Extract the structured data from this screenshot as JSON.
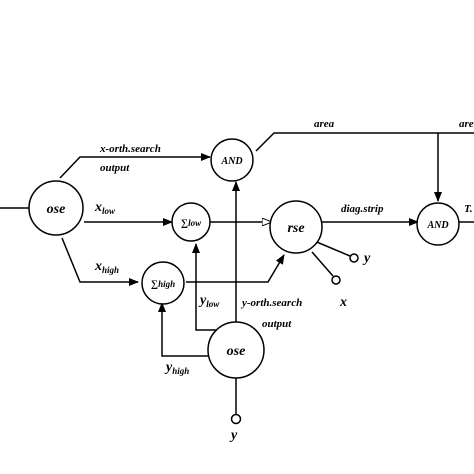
{
  "nodes": {
    "ose_left": "ose",
    "and_top": "AND",
    "sum_low_symbol": "∑",
    "sum_low_sub": "low",
    "sum_high_symbol": "∑",
    "sum_high_sub": "high",
    "rse": "rse",
    "and_right": "AND",
    "ose_bottom": "ose"
  },
  "edge_labels": {
    "x_orth_search": "x-orth.search",
    "x_orth_output": "output",
    "area_1": "area",
    "area_2": "are",
    "diag_strip": "diag.strip",
    "t_cut": "T.",
    "y_orth_search": "y-orth.search",
    "y_orth_output": "output"
  },
  "variables": {
    "x_low_base": "x",
    "x_low_sub": "low",
    "x_high_base": "x",
    "x_high_sub": "high",
    "y_low_base": "y",
    "y_low_sub": "low",
    "y_high_base": "y",
    "y_high_sub": "high",
    "rse_y": "y",
    "rse_x": "x",
    "bottom_y": "y"
  }
}
